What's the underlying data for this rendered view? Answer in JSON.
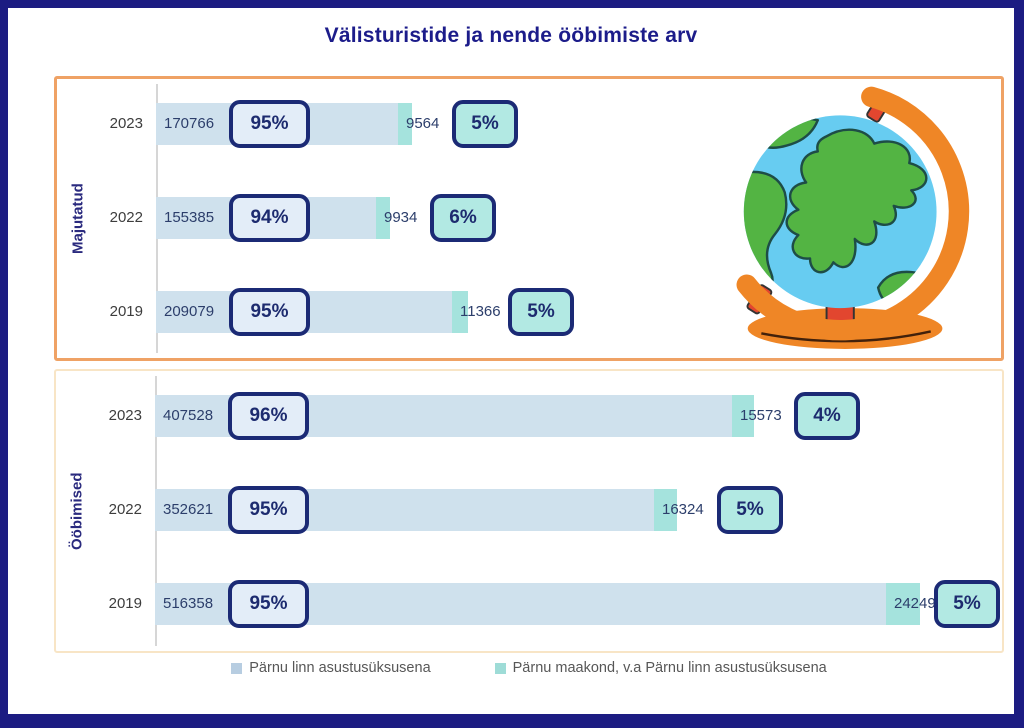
{
  "title": "Välisturistide ja nende ööbimiste arv",
  "legend": [
    {
      "label": "Pärnu linn asustusüksusena",
      "color": "#b7cde1"
    },
    {
      "label": "Pärnu maakond, v.a Pärnu linn asustusüksusena",
      "color": "#9edcd7"
    }
  ],
  "colors": {
    "frame": "#1c1c82",
    "title_text": "#1c1c8a",
    "bar_city": "#cfe1ed",
    "bar_county": "#a5e3dd",
    "badge_city_bg": "#e3edf8",
    "badge_county_bg": "#b2e9e3",
    "badge_border": "#1b2a75",
    "section1_border": "#efa265",
    "section2_border": "#f8e5c6"
  },
  "chart_data": {
    "type": "bar",
    "orientation": "horizontal",
    "stacked": true,
    "series_names": [
      "Pärnu linn asustusüksusena",
      "Pärnu maakond, v.a Pärnu linn asustusüksusena"
    ],
    "legend_position": "bottom",
    "sections": [
      {
        "label": "Majutatud",
        "rows": [
          {
            "year": "2023",
            "city_value": 170766,
            "city_pct": 95,
            "county_value": 9564,
            "county_pct": 5
          },
          {
            "year": "2022",
            "city_value": 155385,
            "city_pct": 94,
            "county_value": 9934,
            "county_pct": 6
          },
          {
            "year": "2019",
            "city_value": 209079,
            "city_pct": 95,
            "county_value": 11366,
            "county_pct": 5
          }
        ]
      },
      {
        "label": "Ööbimised",
        "rows": [
          {
            "year": "2023",
            "city_value": 407528,
            "city_pct": 96,
            "county_value": 15573,
            "county_pct": 4
          },
          {
            "year": "2022",
            "city_value": 352621,
            "city_pct": 95,
            "county_value": 16324,
            "county_pct": 5
          },
          {
            "year": "2019",
            "city_value": 516358,
            "city_pct": 95,
            "county_value": 24249,
            "county_pct": 5
          }
        ]
      }
    ]
  }
}
